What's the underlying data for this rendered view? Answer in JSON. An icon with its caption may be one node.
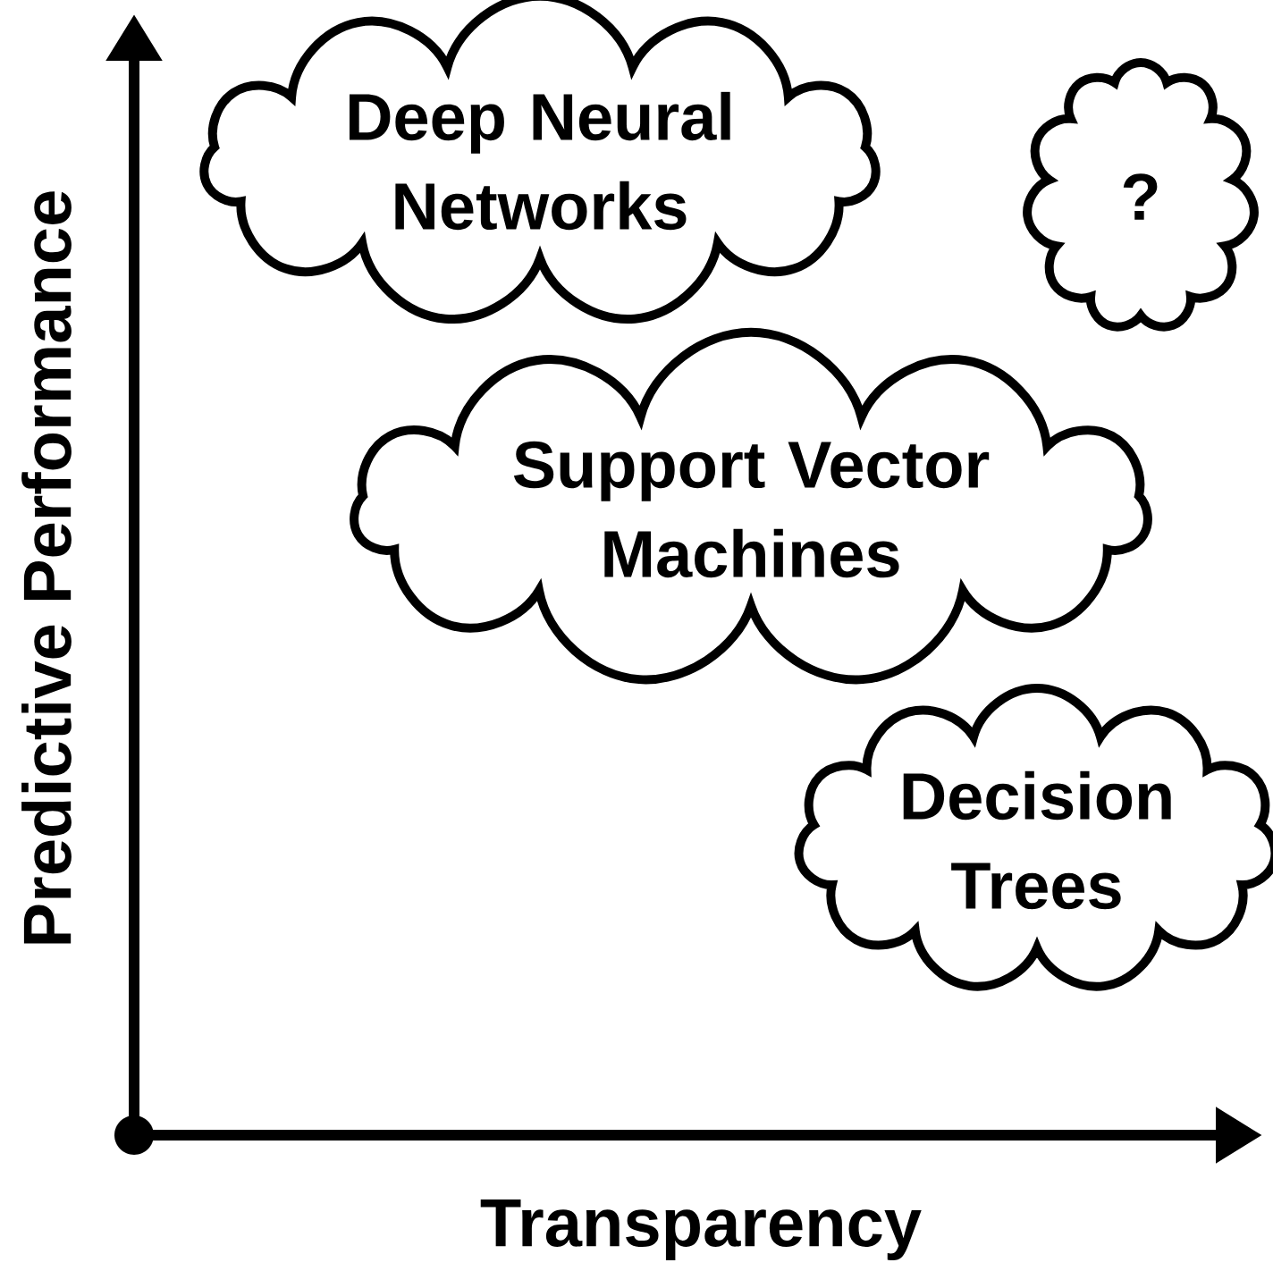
{
  "diagram": {
    "nodes": [
      {
        "text": [
          "Deep Neural Networks"
        ]
      },
      {
        "text": [
          "?"
        ]
      },
      {
        "text": [
          "Support Vector Machines"
        ]
      },
      {
        "text": [
          "Decision Trees"
        ]
      }
    ],
    "labels": [
      "Predictive Performance",
      "Transparency"
    ]
  }
}
